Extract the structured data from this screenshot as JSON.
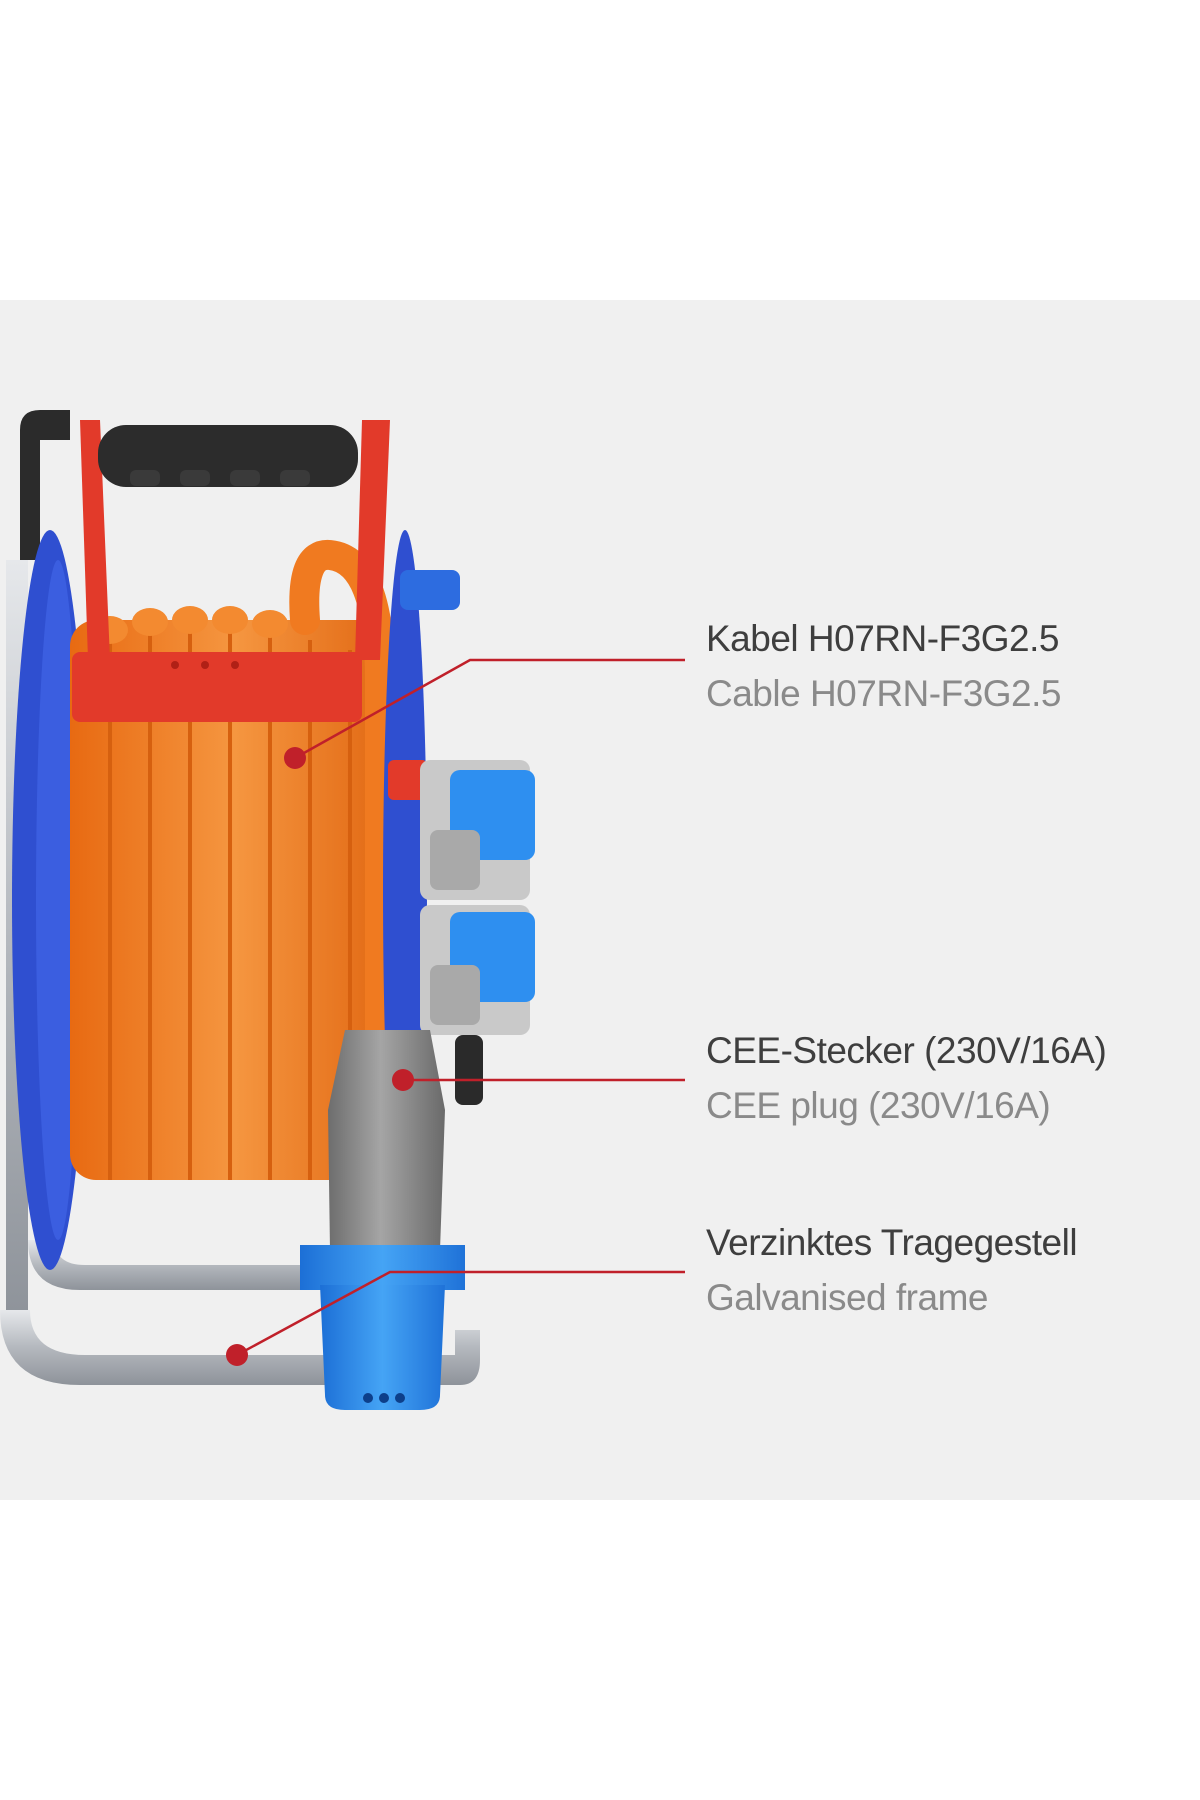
{
  "callouts": {
    "cable": {
      "label_de": "Kabel H07RN-F3G2.5",
      "label_en": "Cable H07RN-F3G2.5"
    },
    "plug": {
      "label_de": "CEE-Stecker (230V/16A)",
      "label_en": "CEE plug (230V/16A)"
    },
    "frame": {
      "label_de": "Verzinktes Tragegestell",
      "label_en": "Galvanised frame"
    }
  },
  "colors": {
    "page_background": "#ffffff",
    "panel_background": "#f0f0f0",
    "callout_line": "#c0202a",
    "cable_orange": "#f07a20",
    "reel_blue": "#2f4fd0",
    "plug_blue": "#2e8ff0",
    "plug_grey": "#8d8d8d",
    "handle_red": "#e23a2a",
    "frame_steel": "#c8ccd2"
  }
}
